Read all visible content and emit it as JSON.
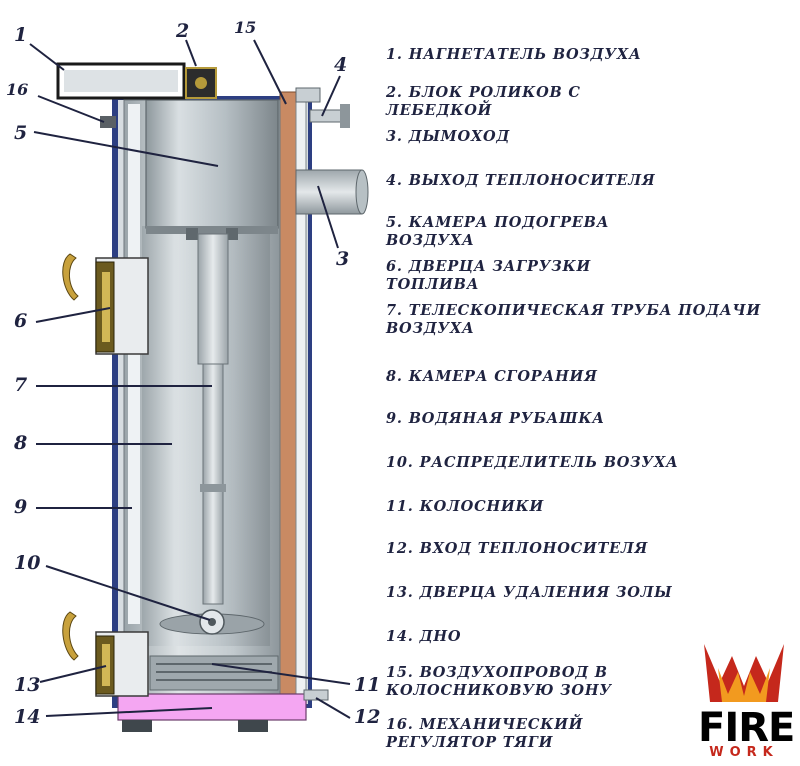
{
  "callouts": [
    {
      "id": "1",
      "text": "1"
    },
    {
      "id": "2",
      "text": "2"
    },
    {
      "id": "15",
      "text": "15"
    },
    {
      "id": "4",
      "text": "4"
    },
    {
      "id": "16",
      "text": "16"
    },
    {
      "id": "5",
      "text": "5"
    },
    {
      "id": "3",
      "text": "3"
    },
    {
      "id": "6",
      "text": "6"
    },
    {
      "id": "7",
      "text": "7"
    },
    {
      "id": "8",
      "text": "8"
    },
    {
      "id": "9",
      "text": "9"
    },
    {
      "id": "10",
      "text": "10"
    },
    {
      "id": "13",
      "text": "13"
    },
    {
      "id": "11",
      "text": "11"
    },
    {
      "id": "14",
      "text": "14"
    },
    {
      "id": "12",
      "text": "12"
    }
  ],
  "legend": [
    {
      "num": "1.",
      "text": "НАГНЕТАТЕЛЬ ВОЗДУХА"
    },
    {
      "num": "2.",
      "text": "БЛОК РОЛИКОВ С ЛЕБЕДКОЙ"
    },
    {
      "num": "3.",
      "text": "ДЫМОХОД"
    },
    {
      "num": "4.",
      "text": "ВЫХОД ТЕПЛОНОСИТЕЛЯ"
    },
    {
      "num": "5.",
      "text": "КАМЕРА ПОДОГРЕВА ВОЗДУХА"
    },
    {
      "num": "6.",
      "text": "ДВЕРЦА ЗАГРУЗКИ ТОПЛИВА"
    },
    {
      "num": "7.",
      "text": "ТЕЛЕСКОПИЧЕСКАЯ ТРУБА ПОДАЧИ ВОЗДУХА"
    },
    {
      "num": "8.",
      "text": "КАМЕРА СГОРАНИЯ"
    },
    {
      "num": "9.",
      "text": "ВОДЯНАЯ РУБАШКА"
    },
    {
      "num": "10.",
      "text": "РАСПРЕДЕЛИТЕЛЬ ВОЗУХА"
    },
    {
      "num": "11.",
      "text": "КОЛОСНИКИ"
    },
    {
      "num": "12.",
      "text": "ВХОД ТЕПЛОНОСИТЕЛЯ"
    },
    {
      "num": "13.",
      "text": "ДВЕРЦА УДАЛЕНИЯ ЗОЛЫ"
    },
    {
      "num": "14.",
      "text": "ДНО"
    },
    {
      "num": "15.",
      "text": "ВОЗДУХОПРОВОД В КОЛОСНИКОВУЮ ЗОНУ"
    },
    {
      "num": "16.",
      "text": "МЕХАНИЧЕСКИЙ РЕГУЛЯТОР ТЯГИ"
    }
  ],
  "logo": {
    "line1": "FIRE",
    "line2": "WORK"
  },
  "colors": {
    "ink": "#1f2340",
    "jacket": "#c98a63",
    "bottom": "#f4a6f2",
    "steel": "#c3cbd0",
    "brass": "#b59a3a",
    "logo_red": "#c5281c",
    "logo_orange": "#f29a1f"
  }
}
